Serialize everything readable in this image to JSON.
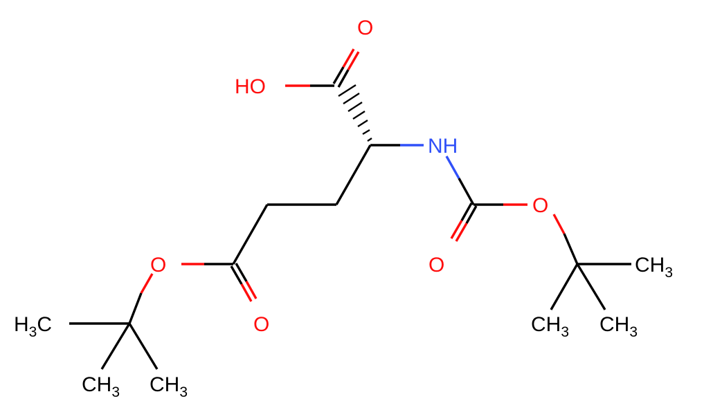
{
  "molecule": {
    "colors": {
      "carbon": "#000000",
      "oxygen": "#ff0d0d",
      "nitrogen": "#3050f8",
      "background": "#ffffff"
    },
    "labels": {
      "hydroxyl": "HO",
      "acid_carbonyl_o": "O",
      "amine": "NH",
      "carbamate_carbonyl_o": "O",
      "carbamate_ester_o": "O",
      "ester_carbonyl_o": "O",
      "ester_o": "O",
      "methyl_a": {
        "main": "H",
        "sub": "3",
        "tail": "C"
      },
      "methyl_b": {
        "main": "CH",
        "sub": "3"
      },
      "methyl_c": {
        "main": "CH",
        "sub": "3"
      },
      "methyl_d": {
        "main": "CH",
        "sub": "3"
      },
      "methyl_e": {
        "main": "CH",
        "sub": "3"
      },
      "methyl_f": {
        "main": "CH",
        "sub": "3"
      }
    }
  }
}
